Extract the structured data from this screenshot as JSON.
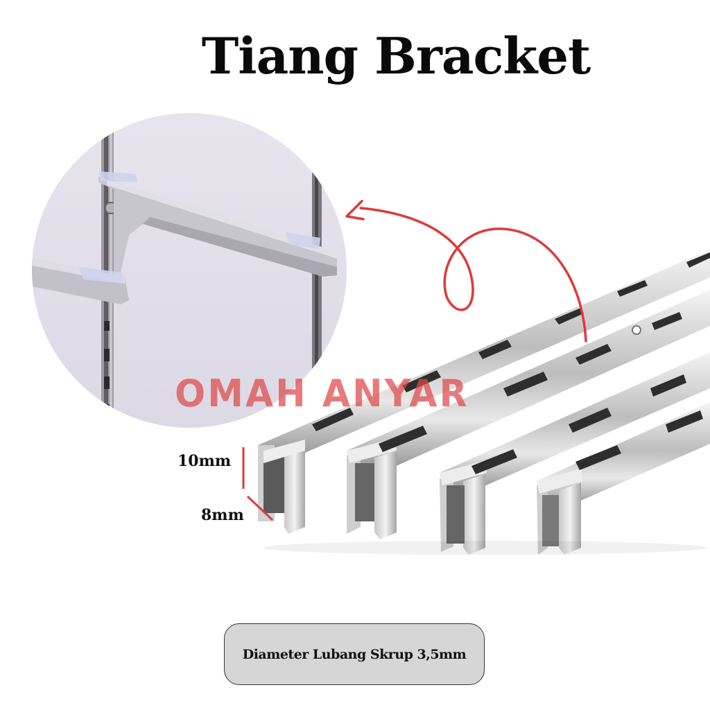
{
  "title": "Tiang Bracket",
  "watermark": "OMAH ANYAR",
  "dimensions": {
    "height_label": "10mm",
    "width_label": "8mm"
  },
  "note": {
    "text": "Diameter Lubang Skrup 3,5mm"
  },
  "images": {
    "inset_photo": "bracket-mounted-on-rail",
    "main_photo": "four-slotted-rails"
  },
  "colors": {
    "accent_red": "#e03838",
    "note_bg": "#d6d6d6",
    "title": "#0a0a0a"
  }
}
